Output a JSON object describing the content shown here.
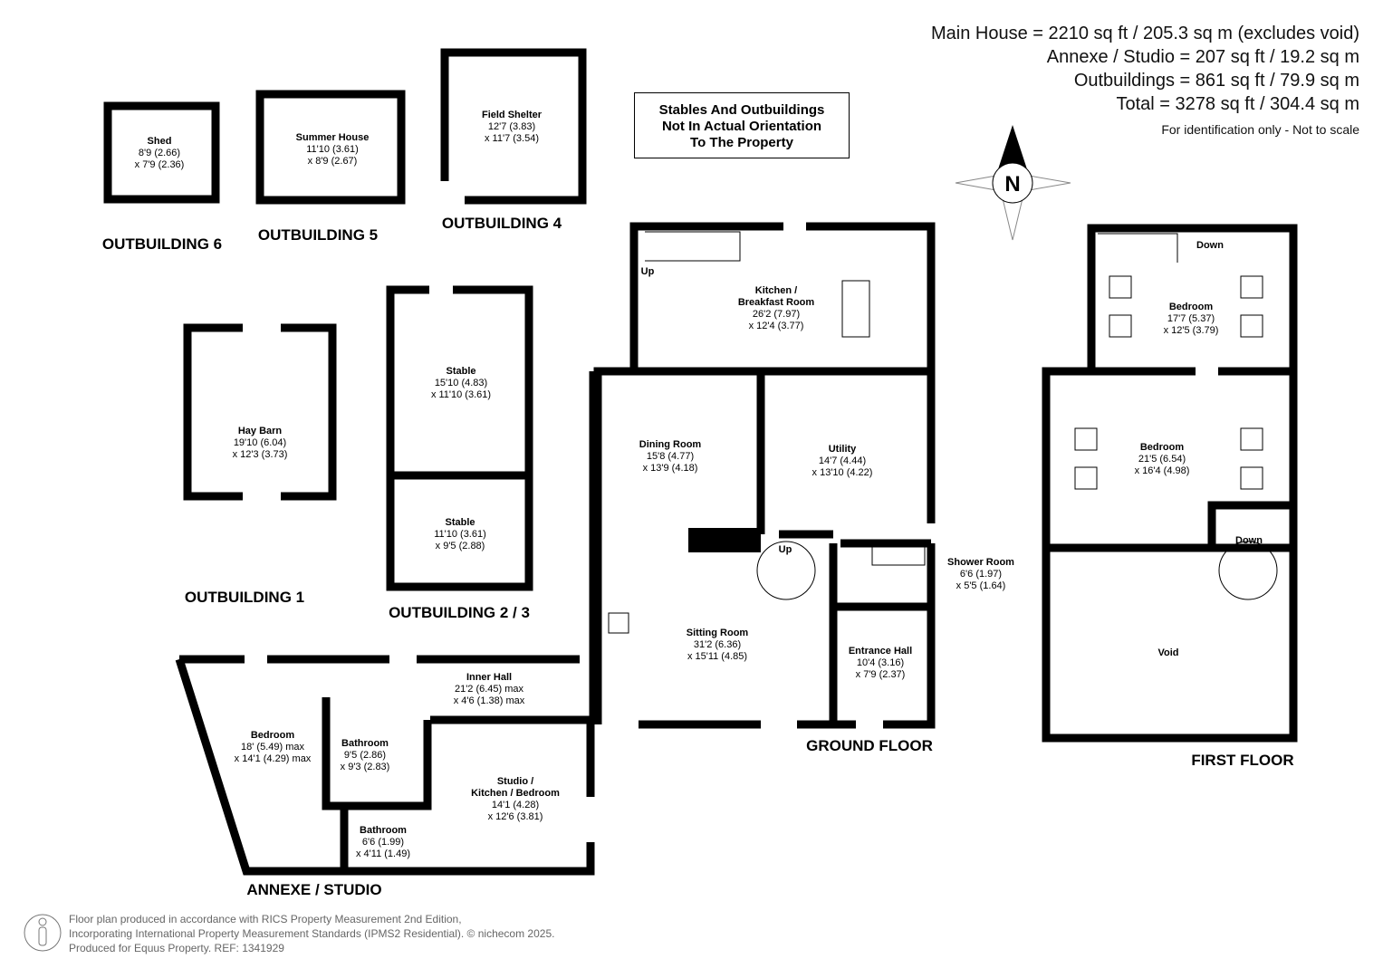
{
  "areas": {
    "main": "Main House = 2210 sq ft / 205.3 sq m (excludes void)",
    "annexe": "Annexe / Studio = 207 sq ft / 19.2 sq m",
    "outbuildings": "Outbuildings = 861 sq ft / 79.9 sq m",
    "total": "Total = 3278 sq ft / 304.4 sq m",
    "note": "For identification only - Not to scale"
  },
  "orientation_note": [
    "Stables And Outbuildings",
    "Not In Actual Orientation",
    "To The Property"
  ],
  "compass": "N",
  "rooms": [
    {
      "name": "Shed",
      "dims": [
        "8'9 (2.66)",
        "x 7'9 (2.36)"
      ]
    },
    {
      "name": "Summer House",
      "dims": [
        "11'10 (3.61)",
        "x 8'9 (2.67)"
      ]
    },
    {
      "name": "Field Shelter",
      "dims": [
        "12'7 (3.83)",
        "x 11'7 (3.54)"
      ]
    },
    {
      "name": "Hay Barn",
      "dims": [
        "19'10 (6.04)",
        "x 12'3 (3.73)"
      ]
    },
    {
      "name": "Stable",
      "dims": [
        "15'10 (4.83)",
        "x 11'10 (3.61)"
      ]
    },
    {
      "name": "Stable",
      "dims": [
        "11'10 (3.61)",
        "x  9'5 (2.88)"
      ]
    },
    {
      "name": "Kitchen /",
      "name2": "Breakfast Room",
      "dims": [
        "26'2 (7.97)",
        "x 12'4 (3.77)"
      ]
    },
    {
      "name": "Dining Room",
      "dims": [
        "15'8 (4.77)",
        "x 13'9 (4.18)"
      ]
    },
    {
      "name": "Utility",
      "dims": [
        "14'7 (4.44)",
        "x 13'10 (4.22)"
      ]
    },
    {
      "name": "Sitting Room",
      "dims": [
        "31'2 (6.36)",
        "x 15'11 (4.85)"
      ]
    },
    {
      "name": "Shower Room",
      "dims": [
        "6'6 (1.97)",
        "x 5'5 (1.64)"
      ]
    },
    {
      "name": "Entrance Hall",
      "dims": [
        "10'4 (3.16)",
        "x 7'9 (2.37)"
      ]
    },
    {
      "name": "Inner Hall",
      "dims": [
        "21'2 (6.45) max",
        "x 4'6 (1.38) max"
      ]
    },
    {
      "name": "Bedroom",
      "dims": [
        "18' (5.49) max",
        "x 14'1 (4.29) max"
      ]
    },
    {
      "name": "Bathroom",
      "dims": [
        "9'5 (2.86)",
        "x 9'3 (2.83)"
      ]
    },
    {
      "name": "Bathroom",
      "dims": [
        "6'6 (1.99)",
        "x 4'11 (1.49)"
      ]
    },
    {
      "name": "Studio /",
      "name2": "Kitchen / Bedroom",
      "dims": [
        "14'1 (4.28)",
        "x 12'6 (3.81)"
      ]
    },
    {
      "name": "Bedroom",
      "dims": [
        "17'7 (5.37)",
        "x 12'5 (3.79)"
      ]
    },
    {
      "name": "Bedroom",
      "dims": [
        "21'5 (6.54)",
        "x 16'4 (4.98)"
      ]
    },
    {
      "name": "Void",
      "dims": []
    }
  ],
  "labels": {
    "ob6": "OUTBUILDING 6",
    "ob5": "OUTBUILDING 5",
    "ob4": "OUTBUILDING 4",
    "ob1": "OUTBUILDING 1",
    "ob23": "OUTBUILDING 2 / 3",
    "annexe": "ANNEXE / STUDIO",
    "ground": "GROUND FLOOR",
    "first": "FIRST FLOOR"
  },
  "stairs": {
    "up": "Up",
    "down": "Down"
  },
  "footer": [
    "Floor plan produced in accordance with RICS Property Measurement 2nd Edition,",
    "Incorporating International Property Measurement Standards (IPMS2 Residential).   © nichecom 2025.",
    "Produced for Equus Property.   REF: 1341929"
  ]
}
